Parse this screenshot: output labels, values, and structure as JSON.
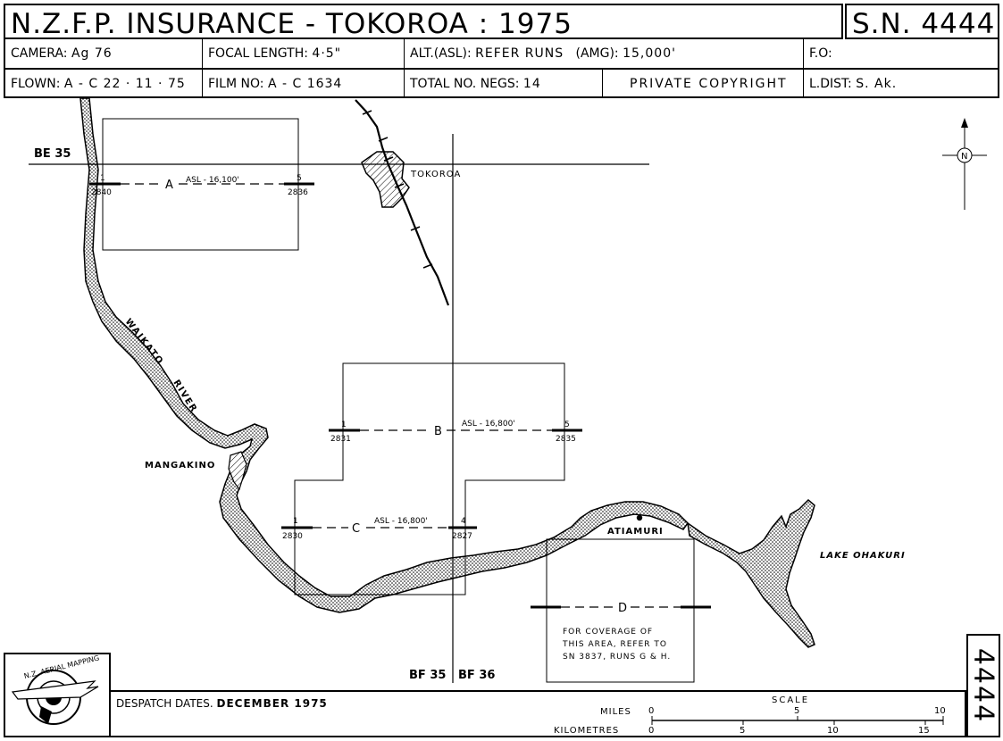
{
  "header": {
    "title": "N.Z.F.P.   INSURANCE - TOKOROA : 1975",
    "serial": "S.N. 4444"
  },
  "details": {
    "camera_label": "CAMERA:",
    "camera_value": "Ag 76",
    "focal_label": "FOCAL LENGTH:",
    "focal_value": "4·5\"",
    "alt_asl_label": "ALT.(ASL):",
    "alt_asl_value": "REFER RUNS",
    "alt_amg_label": "(AMG):",
    "alt_amg_value": "15,000'",
    "fo_label": "F.O:",
    "flown_label": "FLOWN:",
    "flown_value": "A - C 22 · 11 · 75",
    "film_label": "FILM NO:",
    "film_value": "A - C 1634",
    "negs_label": "TOTAL NO. NEGS:",
    "negs_value": "14",
    "copyright": "PRIVATE COPYRIGHT",
    "ldist_label": "L.DIST:",
    "ldist_value": "S. Ak."
  },
  "map": {
    "grid_label_be35": "BE 35",
    "grid_label_bf35": "BF 35",
    "grid_label_bf36": "BF 36",
    "place_tokoroa": "TOKOROA",
    "place_mangakino": "MANGAKINO",
    "place_atiamuri": "ATIAMURI",
    "place_lake_ohakuri": "LAKE OHAKURI",
    "river_word1": "WAIKATO",
    "river_word2": "RIVER",
    "north_symbol": "N",
    "runs": [
      {
        "id": "A",
        "asl": "ASL - 16,100'",
        "start_frame": "1",
        "start_neg": "2840",
        "end_frame": "5",
        "end_neg": "2836"
      },
      {
        "id": "B",
        "asl": "ASL - 16,800'",
        "start_frame": "1",
        "start_neg": "2831",
        "end_frame": "5",
        "end_neg": "2835"
      },
      {
        "id": "C",
        "asl": "ASL - 16,800'",
        "start_frame": "1",
        "start_neg": "2830",
        "end_frame": "4",
        "end_neg": "2827"
      },
      {
        "id": "D"
      }
    ],
    "coverage_note": [
      "FOR COVERAGE OF",
      "THIS AREA, REFER TO",
      "SN 3837, RUNS G & H."
    ]
  },
  "footer": {
    "despatch_label": "DESPATCH DATES.",
    "despatch_value": "DECEMBER 1975",
    "scale_title": "SCALE",
    "miles_label": "MILES",
    "miles_ticks": [
      "0",
      "5",
      "10"
    ],
    "km_label": "KILOMETRES",
    "km_ticks": [
      "0",
      "5",
      "10",
      "15"
    ],
    "logo_text": "N.Z. AERIAL MAPPING",
    "side_number": "4444"
  }
}
